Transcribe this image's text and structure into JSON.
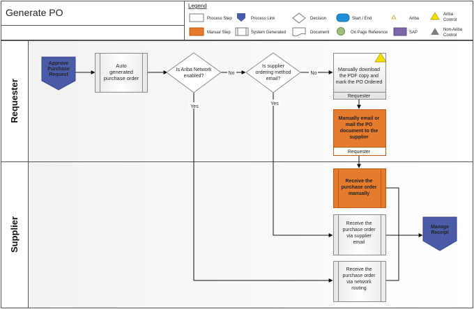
{
  "header": {
    "title": "Generate PO"
  },
  "legend": {
    "title": "Legend",
    "items": {
      "process_step": "Process Step",
      "process_link": "Process Link",
      "decision": "Decision",
      "start_end": "Start / End",
      "ariba": "Ariba",
      "ariba_control": "Ariba\nControl",
      "manual_step": "Manual Step",
      "system_generated": "System Generated",
      "document": "Document",
      "on_page_reference": "On Page Reference",
      "sap": "SAP",
      "non_ariba_control": "Non-Ariba\nControl"
    }
  },
  "lanes": {
    "requester": "Requester",
    "supplier": "Supplier"
  },
  "nodes": {
    "approve_request": "Approve\nPurchase\nRequest",
    "auto_po": "Auto\ngenerated\npurchase order",
    "ariba_decision": "Is Ariba Network\nenabled?",
    "email_decision": "Is supplier\nordering method\nemail?",
    "manual_download": "Manually download\nthe PDF copy and\nmark the PO Ordered",
    "manual_download_role": "Requester",
    "manual_email": "Manually email or\nmail the PO\ndocument to the\nsupplier",
    "manual_email_role": "Requester",
    "receive_manual": "Receive the\npurchase order\nmanually",
    "receive_email": "Receive the\npurchase order\nvia supplier\nemail",
    "receive_network": "Receive the\npurchase order\nvia network\nrouting",
    "manage_receipt": "Manage\nReceipt"
  },
  "edges": {
    "no_1": "No",
    "no_2": "No",
    "yes_1": "Yes",
    "yes_2": "Yes"
  },
  "colors": {
    "link_blue": "#4a5ba8",
    "manual_orange": "#e57b2c",
    "start_end_blue": "#1e8fd6",
    "ariba_yellow": "#f4e000",
    "sap_purple": "#7a68a6",
    "onpage_green": "#9fbf7f",
    "role_red": "#c8102e"
  }
}
